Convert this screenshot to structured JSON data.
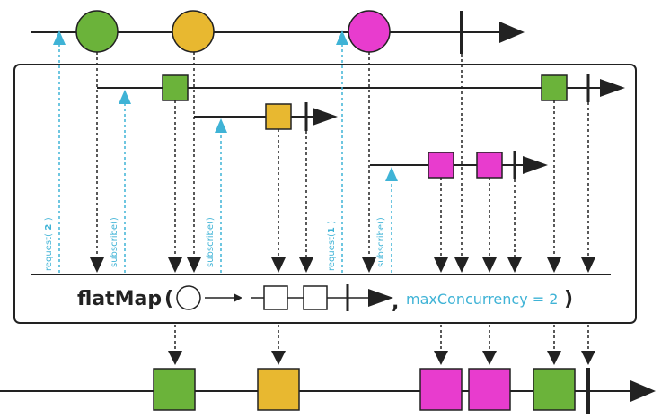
{
  "operator": {
    "name": "flatMap",
    "open_paren": "(",
    "comma": ",",
    "param": "maxConcurrency = 2",
    "close_paren": ")"
  },
  "requests": [
    {
      "prefix": "request(",
      "value": " 2 ",
      "suffix": ")"
    },
    {
      "prefix": "request(",
      "value": "1",
      "suffix": " )"
    }
  ],
  "subscribe_label": "subscribe()",
  "colors": {
    "green": "#6bb33a",
    "yellow": "#e8b830",
    "magenta": "#e83cce",
    "request_blue": "#3fb3d6",
    "line": "#222222"
  },
  "source_items": [
    "green",
    "yellow",
    "magenta"
  ],
  "inner_streams": [
    {
      "color": "green",
      "items": 2,
      "completes": true
    },
    {
      "color": "yellow",
      "items": 1,
      "completes": true
    },
    {
      "color": "magenta",
      "items": 2,
      "completes": true
    }
  ],
  "output_items": [
    "green",
    "yellow",
    "magenta",
    "magenta",
    "green"
  ]
}
